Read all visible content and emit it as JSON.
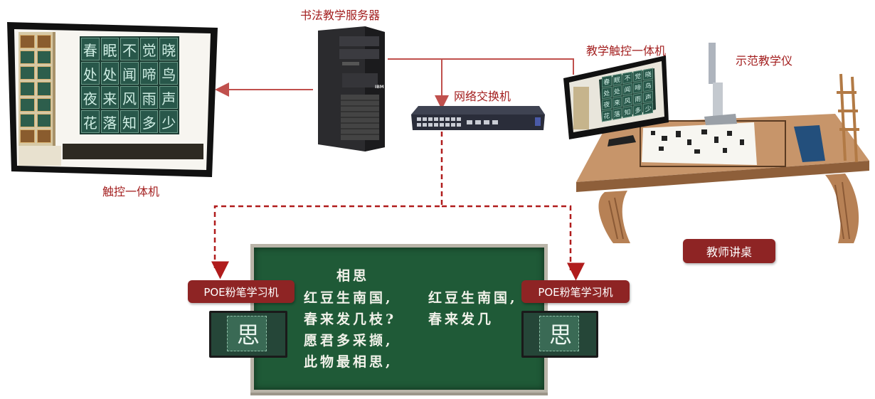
{
  "labels": {
    "server": "书法教学服务器",
    "switch": "网络交换机",
    "touch_panel": "触控一体机",
    "teaching_touch_panel": "教学触控一体机",
    "demo_device": "示范教学仪",
    "teacher_desk": "教师讲桌",
    "poe_left": "POE粉笔学习机",
    "poe_right": "POE粉笔学习机"
  },
  "display_grid": [
    "春",
    "眠",
    "不",
    "觉",
    "晓",
    "处",
    "处",
    "闻",
    "啼",
    "鸟",
    "夜",
    "来",
    "风",
    "雨",
    "声",
    "花",
    "落",
    "知",
    "多",
    "少"
  ],
  "blackboard": {
    "title": "相思",
    "left_lines": [
      "红豆生南国,",
      "春来发几枝?",
      "愿君多采撷,",
      "此物最相思,"
    ],
    "right_lines": [
      "红豆生南国,",
      "春来发几"
    ]
  },
  "poe_screen_char": "思",
  "server_brand": "IBM",
  "colors": {
    "label": "#a31f1f",
    "badge": "#8e2424",
    "solid_line": "#c0504d",
    "dashed_line": "#b01c1c",
    "board": "#1f5a37"
  }
}
